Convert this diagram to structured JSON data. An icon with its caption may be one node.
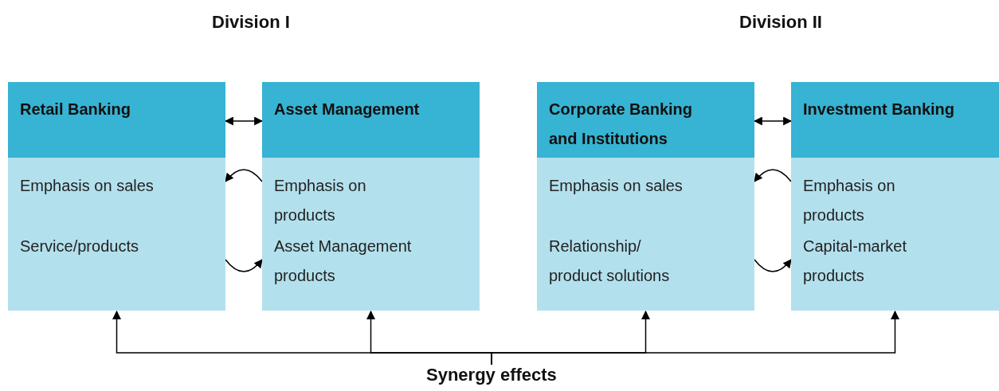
{
  "diagram": {
    "nodes": [
      {
        "text": [
          "Retail Banking"
        ]
      },
      {
        "text": [
          "Emphasis on sales"
        ],
        "in": 0
      },
      {
        "text": [
          "Service/products"
        ],
        "in": 0
      },
      {
        "text": [
          "Asset Management"
        ]
      },
      {
        "text": [
          "Emphasis on products"
        ],
        "in": 3
      },
      {
        "text": [
          "Asset Management products"
        ],
        "in": 3
      },
      {
        "text": [
          "Corporate Banking and Institutions"
        ]
      },
      {
        "text": [
          "Emphasis on sales"
        ],
        "in": 6
      },
      {
        "text": [
          "Relationship/ product solutions"
        ],
        "in": 6
      },
      {
        "text": [
          "Investment Banking"
        ]
      },
      {
        "text": [
          "Emphasis on products"
        ],
        "in": 9
      },
      {
        "text": [
          "Capital-market products"
        ],
        "in": 9
      },
      {
        "text": [
          "Synergy effects"
        ]
      }
    ],
    "edges": [
      {
        "from": 0,
        "to": 3,
        "arrow": "both"
      },
      {
        "from": 4,
        "to": 1,
        "arrow": "to"
      },
      {
        "from": 2,
        "to": 5,
        "arrow": "to"
      },
      {
        "from": 6,
        "to": 9,
        "arrow": "both"
      },
      {
        "from": 10,
        "to": 7,
        "arrow": "to"
      },
      {
        "from": 8,
        "to": 11,
        "arrow": "to"
      },
      {
        "from": 12,
        "to": 0,
        "arrow": "to"
      },
      {
        "from": 12,
        "to": 3,
        "arrow": "to"
      },
      {
        "from": 12,
        "to": 6,
        "arrow": "to"
      },
      {
        "from": 12,
        "to": 9,
        "arrow": "to"
      }
    ],
    "labels": [
      "Division I",
      "Division II"
    ]
  }
}
